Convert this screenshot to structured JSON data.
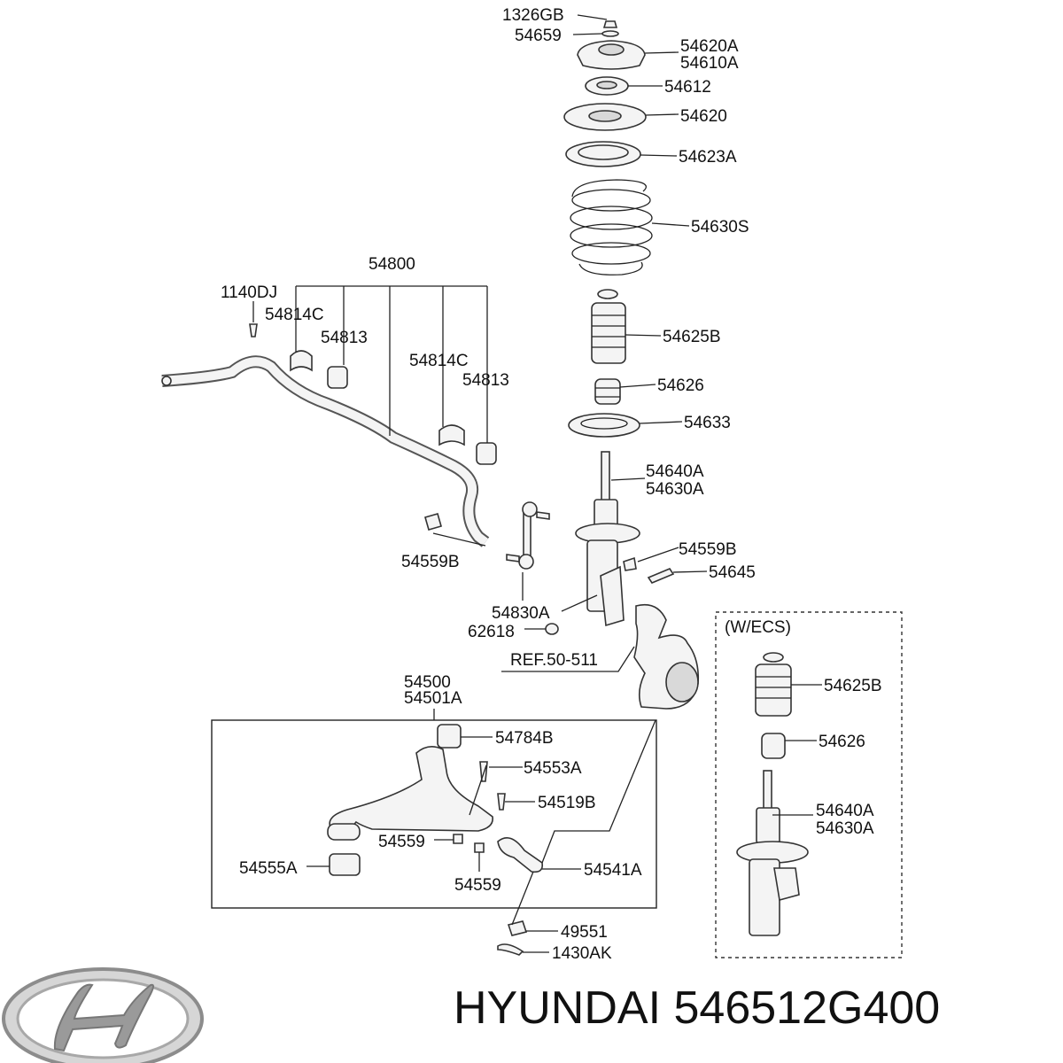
{
  "title": "HYUNDAI 546512G400",
  "logo": {
    "icon": "hyundai-logo-icon",
    "color": "#9a9a9a"
  },
  "ecs_label": "(W/ECS)",
  "labels": {
    "p1326gb": "1326GB",
    "p54659": "54659",
    "p54620a": "54620A",
    "p54610a": "54610A",
    "p54612": "54612",
    "p54620": "54620",
    "p54623a": "54623A",
    "p54630s": "54630S",
    "p54800": "54800",
    "p1140dj": "1140DJ",
    "p54814c_a": "54814C",
    "p54813_a": "54813",
    "p54814c_b": "54814C",
    "p54813_b": "54813",
    "p54625b": "54625B",
    "p54626": "54626",
    "p54633": "54633",
    "p54640a": "54640A",
    "p54630a": "54630A",
    "p54559b_l": "54559B",
    "p54559b_r": "54559B",
    "p54645": "54645",
    "p54830a": "54830A",
    "p62618": "62618",
    "ref": "REF.50-511",
    "p54500": "54500",
    "p54501a": "54501A",
    "p54784b": "54784B",
    "p54553a": "54553A",
    "p54519b": "54519B",
    "p54559_a": "54559",
    "p54555a": "54555A",
    "p54559_b": "54559",
    "p54541a": "54541A",
    "p49551": "49551",
    "p1430ak": "1430AK",
    "e54625b": "54625B",
    "e54626": "54626",
    "e54640a": "54640A",
    "e54630a": "54630A"
  }
}
